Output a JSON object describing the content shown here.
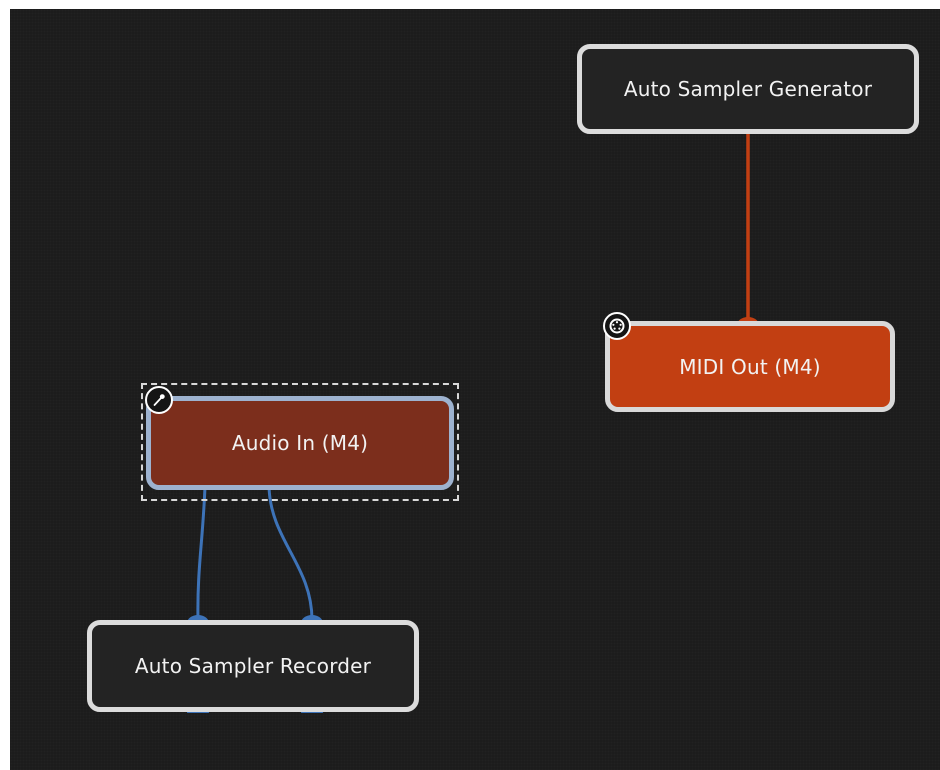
{
  "graph": {
    "nodes": {
      "generator": {
        "label": "Auto Sampler Generator"
      },
      "midi_out": {
        "label": "MIDI Out (M4)",
        "icon": "midi-din-icon"
      },
      "audio_in": {
        "label": "Audio In (M4)",
        "icon": "microphone-icon",
        "selected": true
      },
      "recorder": {
        "label": "Auto Sampler Recorder"
      }
    }
  },
  "colors": {
    "background": "#1c1c1c",
    "midi_wire": "#c23f12",
    "audio_wire": "#3d73b8",
    "midi_node": "#c23f12",
    "audio_node": "#7c2e1c",
    "audio_node_border": "#9db2cf",
    "node_border": "#dcdcdc"
  }
}
